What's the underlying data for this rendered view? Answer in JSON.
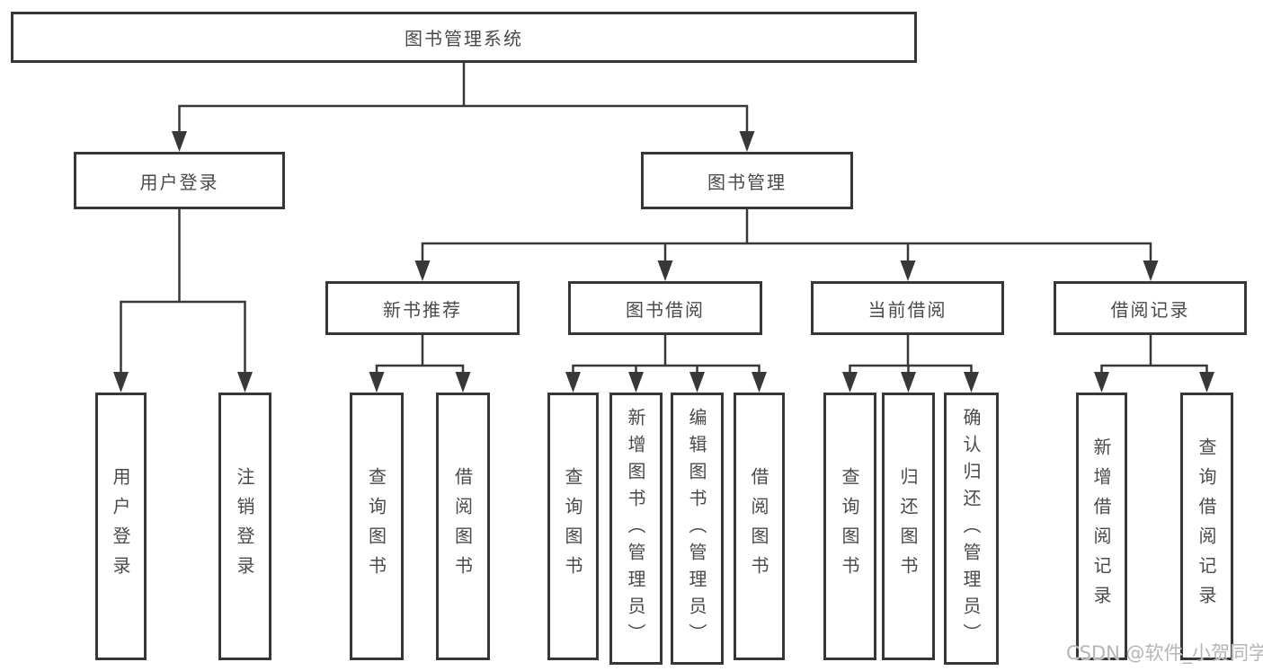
{
  "tree": {
    "label": "图书管理系统",
    "children": [
      {
        "label": "用户登录",
        "children": [
          {
            "label": "用户登录"
          },
          {
            "label": "注销登录"
          }
        ]
      },
      {
        "label": "图书管理",
        "children": [
          {
            "label": "新书推荐",
            "children": [
              {
                "label": "查询图书"
              },
              {
                "label": "借阅图书"
              }
            ]
          },
          {
            "label": "图书借阅",
            "children": [
              {
                "label": "查询图书"
              },
              {
                "label": "新增图书（管理员）"
              },
              {
                "label": "编辑图书（管理员）"
              },
              {
                "label": "借阅图书"
              }
            ]
          },
          {
            "label": "当前借阅",
            "children": [
              {
                "label": "查询图书"
              },
              {
                "label": "归还图书"
              },
              {
                "label": "确认归还（管理员）"
              }
            ]
          },
          {
            "label": "借阅记录",
            "children": [
              {
                "label": "新增借阅记录"
              },
              {
                "label": "查询借阅记录"
              }
            ]
          }
        ]
      }
    ]
  },
  "colors": {
    "line": "#383838",
    "border": "#373737",
    "text": "#4a4a4a",
    "watermark": "#b6b6b6",
    "background": "#ffffff"
  },
  "watermark": {
    "text": "CSDN @软件_小贺同学"
  }
}
